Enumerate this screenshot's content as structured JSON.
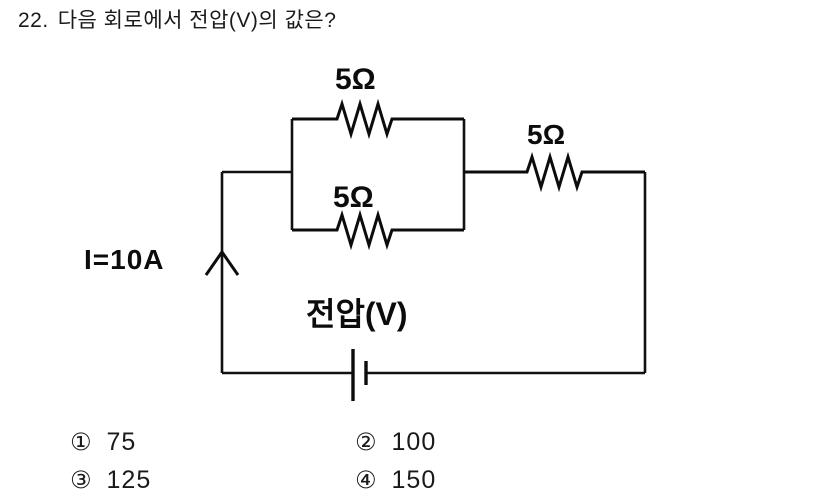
{
  "question": {
    "number": "22.",
    "text": "다음 회로에서 전압(V)의 값은?"
  },
  "circuit": {
    "parallel_resistor_top_label": "5Ω",
    "parallel_resistor_bottom_label": "5Ω",
    "series_resistor_label": "5Ω",
    "current_label": "I=10A",
    "source_label": "전압(V)",
    "line_color": "#111111"
  },
  "choices": [
    {
      "marker": "①",
      "value": "75"
    },
    {
      "marker": "②",
      "value": "100"
    },
    {
      "marker": "③",
      "value": "125"
    },
    {
      "marker": "④",
      "value": "150"
    }
  ]
}
